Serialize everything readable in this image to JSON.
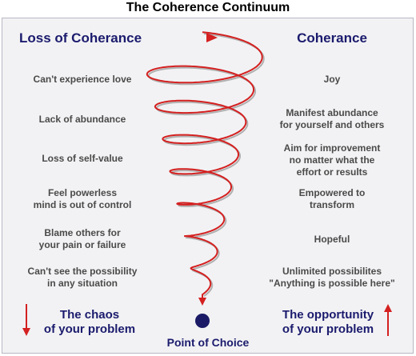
{
  "title": "The Coherence Continuum",
  "left_header": "Loss of Coherance",
  "right_header": "Coherance",
  "left_items": [
    "Can't experience love",
    "Lack of abundance",
    "Loss of self-value",
    "Feel powerless\nmind is out of control",
    "Blame others for\nyour pain or failure",
    "Can't see the possibility\nin any situation"
  ],
  "right_items": [
    "Joy",
    "Manifest abundance\nfor yourself and others",
    "Aim for improvement\nno matter what the\neffort or results",
    "Empowered to\ntransform",
    "Hopeful",
    "Unlimited possibilites\n\"Anything is possible here\""
  ],
  "footer_left": "The chaos\nof your problem",
  "footer_right": "The opportunity\nof your problem",
  "point_label": "Point of Choice",
  "colors": {
    "spiral": "#d42020",
    "shadow": "#b0b0b0",
    "heading": "#1b1b6e",
    "body_text": "#4a4a4a",
    "point": "#1a1a66",
    "arrow": "#d42020"
  }
}
